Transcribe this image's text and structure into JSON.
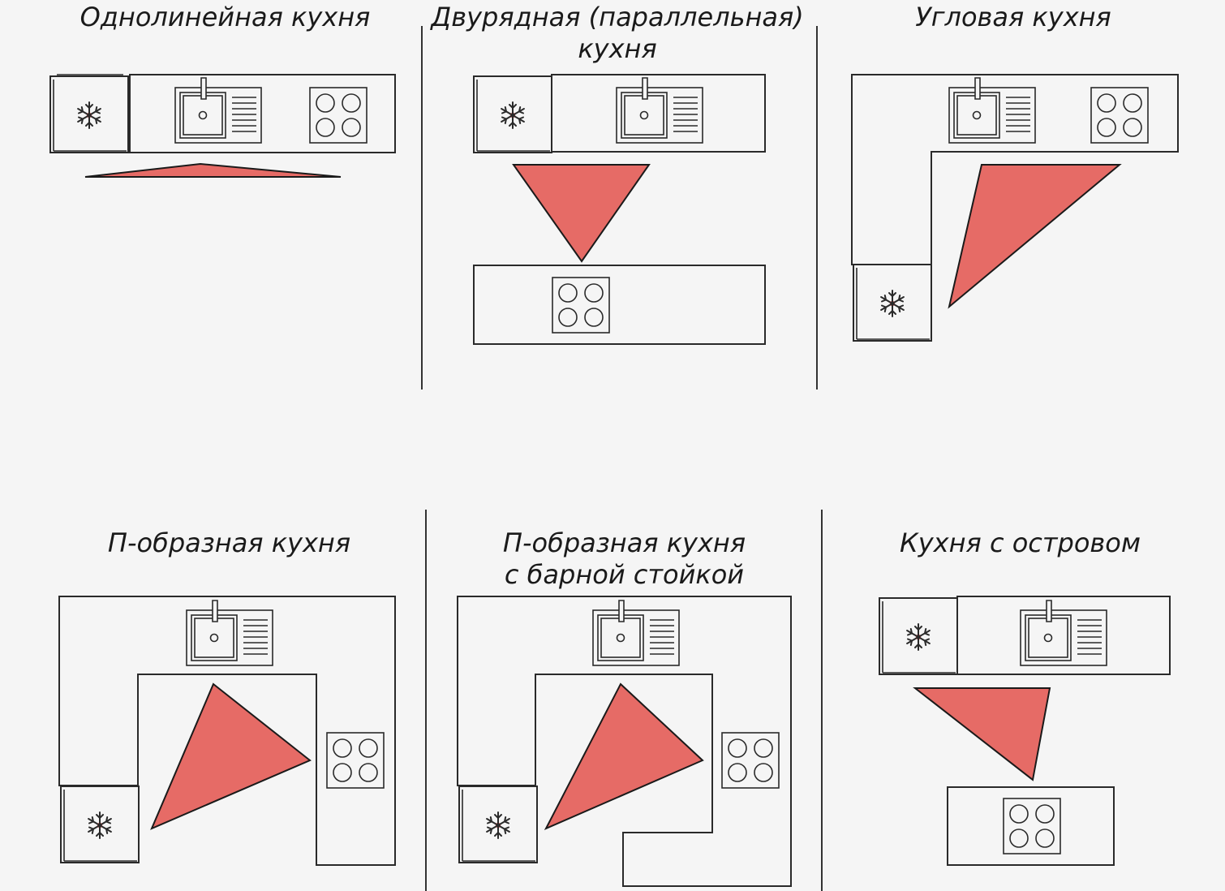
{
  "colors": {
    "background": "#f5f5f5",
    "outline": "#2a2a2a",
    "triangle_fill": "#e66b66",
    "snowflake": "#d14a4a"
  },
  "icons": {
    "fridge": "snowflake-icon",
    "sink": "sink-icon",
    "cooktop": "cooktop-icon"
  },
  "layouts": {
    "single_line": {
      "title_1": "Однолинейная кухня"
    },
    "parallel": {
      "title_1": "Двурядная (параллельная)",
      "title_2": "кухня"
    },
    "corner": {
      "title_1": "Угловая кухня"
    },
    "u_shaped": {
      "title_1": "П-образная кухня"
    },
    "u_shaped_bar": {
      "title_1": "П-образная кухня",
      "title_2": "с барной стойкой"
    },
    "island": {
      "title_1": "Кухня с островом"
    }
  }
}
